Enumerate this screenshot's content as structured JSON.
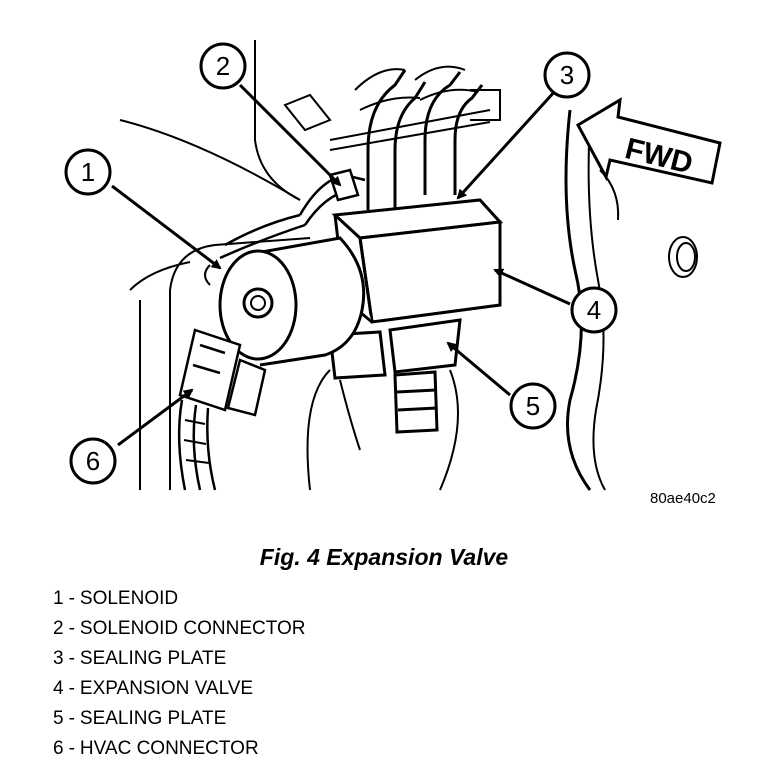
{
  "figure": {
    "code": "80ae40c2",
    "caption": "Fig. 4 Expansion Valve",
    "direction_label": "FWD"
  },
  "callouts": [
    {
      "number": "1",
      "label": "SOLENOID"
    },
    {
      "number": "2",
      "label": "SOLENOID CONNECTOR"
    },
    {
      "number": "3",
      "label": "SEALING PLATE"
    },
    {
      "number": "4",
      "label": "EXPANSION VALVE"
    },
    {
      "number": "5",
      "label": "SEALING PLATE"
    },
    {
      "number": "6",
      "label": "HVAC CONNECTOR"
    }
  ],
  "legend_separator": "-"
}
